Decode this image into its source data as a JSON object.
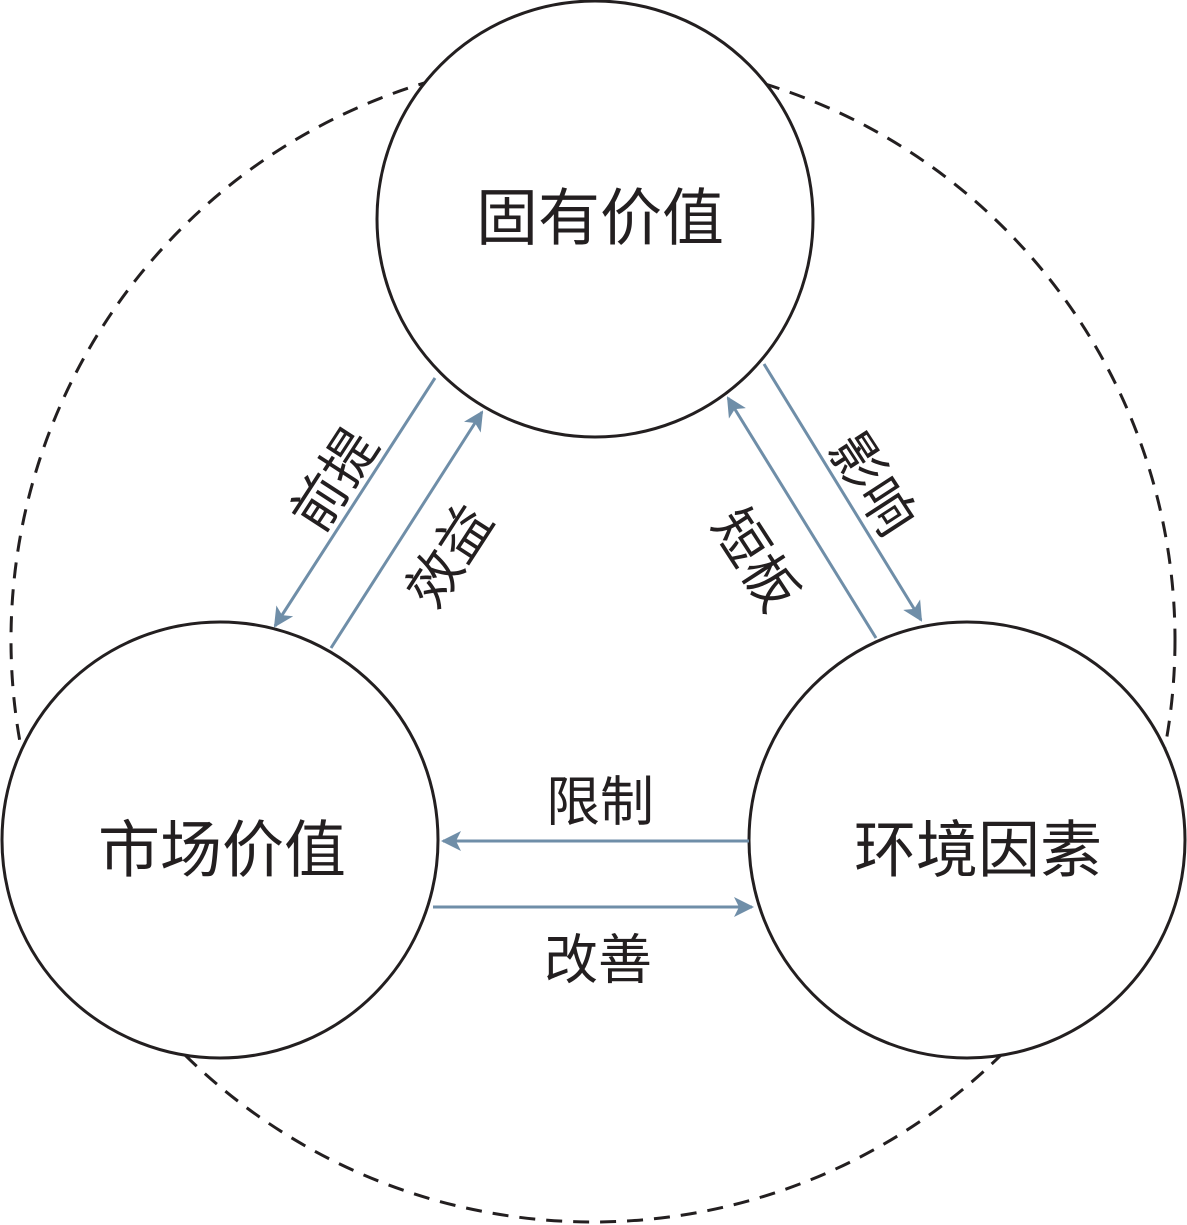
{
  "colors": {
    "circle_stroke": "#231f20",
    "dashed_stroke": "#231f20",
    "arrow": "#6f8ea8",
    "text": "#231f20"
  },
  "nodes": {
    "top": "固有价值",
    "left": "市场价值",
    "right": "环境因素"
  },
  "edges": {
    "top_to_left": "前提",
    "left_to_top": "效益",
    "right_to_top": "短板",
    "top_to_right": "影响",
    "right_to_left": "限制",
    "left_to_right": "改善"
  }
}
